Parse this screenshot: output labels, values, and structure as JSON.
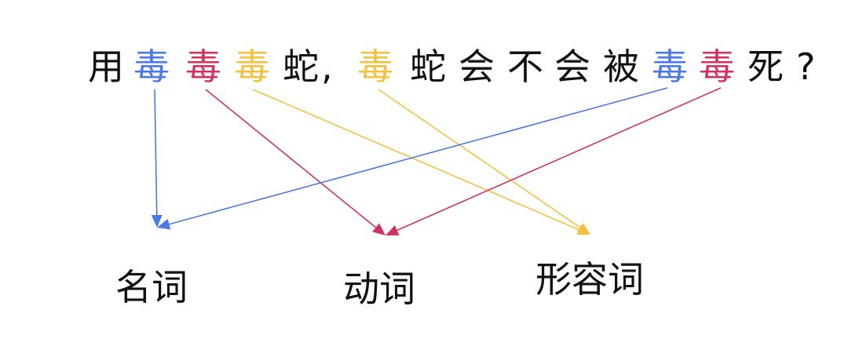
{
  "colors": {
    "noun": "#4a78e6",
    "verb": "#d0335e",
    "adjective": "#f4c13f",
    "text": "#111111"
  },
  "sentence": [
    {
      "text": "用",
      "role": "plain"
    },
    {
      "text": "毒",
      "role": "noun"
    },
    {
      "text": "毒",
      "role": "verb"
    },
    {
      "text": "毒",
      "role": "adjective"
    },
    {
      "text": "蛇",
      "role": "plain"
    },
    {
      "text": ",",
      "role": "plain"
    },
    {
      "text": "毒",
      "role": "adjective"
    },
    {
      "text": "蛇",
      "role": "plain"
    },
    {
      "text": "会",
      "role": "plain"
    },
    {
      "text": "不",
      "role": "plain"
    },
    {
      "text": "会",
      "role": "plain"
    },
    {
      "text": "被",
      "role": "plain"
    },
    {
      "text": "毒",
      "role": "noun"
    },
    {
      "text": "毒",
      "role": "verb"
    },
    {
      "text": "死",
      "role": "plain"
    },
    {
      "text": "?",
      "role": "plain"
    }
  ],
  "labels": {
    "noun": "名词",
    "verb": "动词",
    "adjective": "形容词"
  },
  "links": [
    {
      "from_index": 1,
      "to": "noun"
    },
    {
      "from_index": 2,
      "to": "verb"
    },
    {
      "from_index": 3,
      "to": "adjective"
    },
    {
      "from_index": 6,
      "to": "adjective"
    },
    {
      "from_index": 12,
      "to": "noun"
    },
    {
      "from_index": 13,
      "to": "verb"
    }
  ]
}
